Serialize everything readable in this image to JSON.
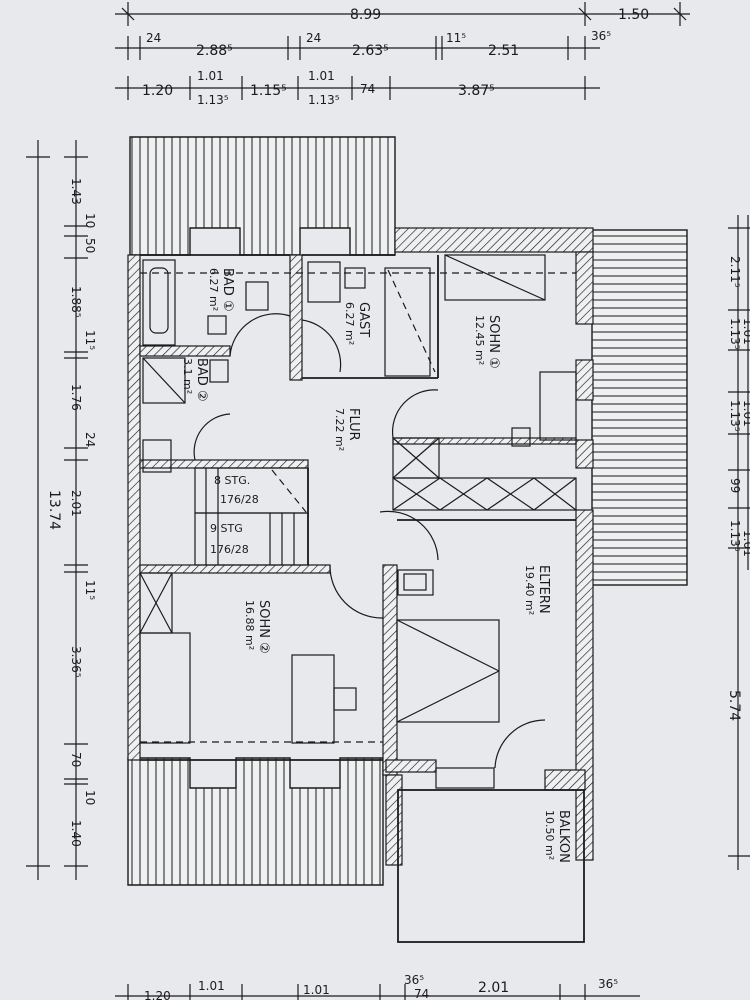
{
  "dimensions": {
    "top_row1": [
      "8.99",
      "1.50"
    ],
    "top_row2": [
      "24",
      "2.88⁵",
      "24",
      "2.63⁵",
      "11⁵",
      "2.51",
      "36⁵"
    ],
    "top_row3": [
      "1.20",
      "1.01",
      "1.13⁵",
      "1.15⁵",
      "1.01",
      "1.13⁵",
      "74",
      "3.87⁵"
    ],
    "left_total": "13.74",
    "left_segments": [
      "1.43",
      "10",
      "50",
      "1.88⁵",
      "11⁵",
      "1.76",
      "24",
      "2.01",
      "11⁵",
      "3.36⁵",
      "70",
      "10",
      "1.40"
    ],
    "right_total": "5.74",
    "right_segments": [
      "2.11⁵",
      "1.01",
      "1.13⁵",
      "1.01",
      "1.13⁵",
      "99",
      "1.01",
      "1.13⁵"
    ],
    "bottom_row": [
      "1.20",
      "1.01",
      "1.01",
      "36⁵",
      "74",
      "2.01",
      "36⁵"
    ]
  },
  "rooms": [
    {
      "name": "BAD ①",
      "area": "6.27 m²"
    },
    {
      "name": "GAST",
      "area": "6.27 m²"
    },
    {
      "name": "SOHN ①",
      "area": "12.45 m²"
    },
    {
      "name": "BAD ②",
      "area": "3.1 m²"
    },
    {
      "name": "FLUR",
      "area": "7.22 m²"
    },
    {
      "name": "SOHN ②",
      "area": "16.88 m²"
    },
    {
      "name": "ELTERN",
      "area": "19.40 m²"
    },
    {
      "name": "BALKON",
      "area": "10.50 m²"
    }
  ],
  "stairs": [
    {
      "steps": "8 STG.",
      "ratio": "176/28"
    },
    {
      "steps": "9 STG",
      "ratio": "176/28"
    }
  ]
}
